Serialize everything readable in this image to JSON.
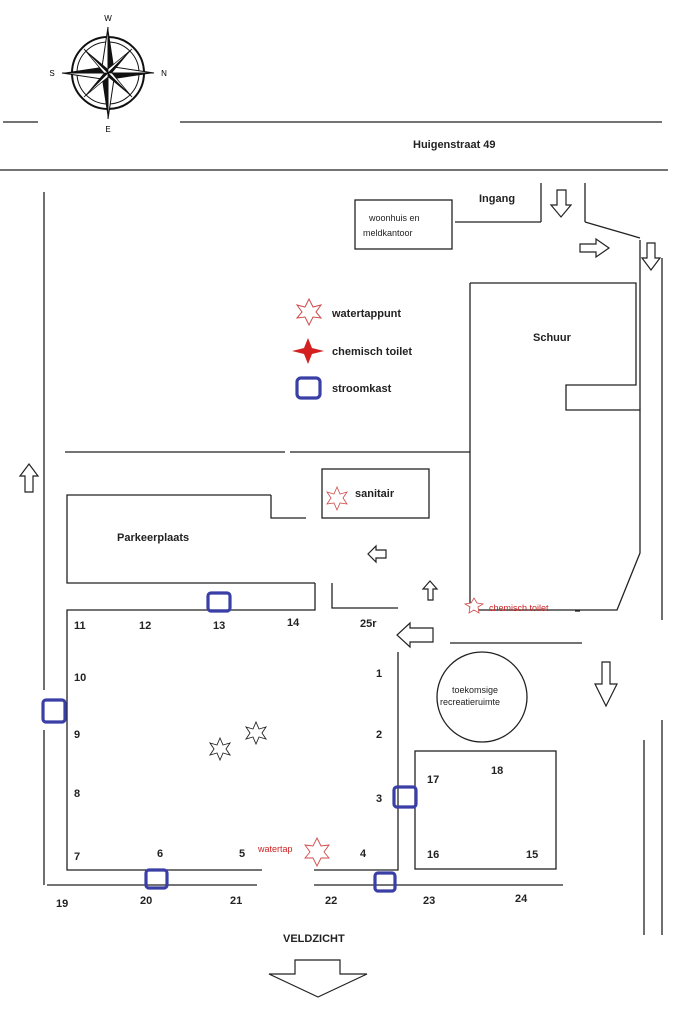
{
  "street": "Huigenstraat 49",
  "entrance": "Ingang",
  "house": {
    "line1": "woonhuis en",
    "line2": "meldkantoor"
  },
  "shed": "Schuur",
  "sanitary": "sanitair",
  "parking": "Parkeerplaats",
  "future": {
    "line1": "toekomsige",
    "line2": "recreatieruimte"
  },
  "bottom_road": "VELDZICHT",
  "chem_toilet_label": "chemisch toilet",
  "watertap_label": "watertap",
  "legend": {
    "water": "watertappunt",
    "toilet": "chemisch toilet",
    "power": "stroomkast"
  },
  "compass": {
    "top": "W",
    "left": "S",
    "right": "N",
    "bottom": "E"
  },
  "pitches": {
    "p1": "1",
    "p2": "2",
    "p3": "3",
    "p4": "4",
    "p5": "5",
    "p6": "6",
    "p7": "7",
    "p8": "8",
    "p9": "9",
    "p10": "10",
    "p11": "11",
    "p12": "12",
    "p13": "13",
    "p14": "14",
    "p15": "15",
    "p16": "16",
    "p17": "17",
    "p18": "18",
    "p19": "19",
    "p20": "20",
    "p21": "21",
    "p22": "22",
    "p23": "23",
    "p24": "24",
    "p25": "25r"
  },
  "colors": {
    "power": "#3a3fa6",
    "water": "#d04a4a",
    "toilet": "#d42020"
  },
  "icons": [
    "compass-rose-icon",
    "star-icon",
    "square-icon",
    "arrow-icon"
  ]
}
